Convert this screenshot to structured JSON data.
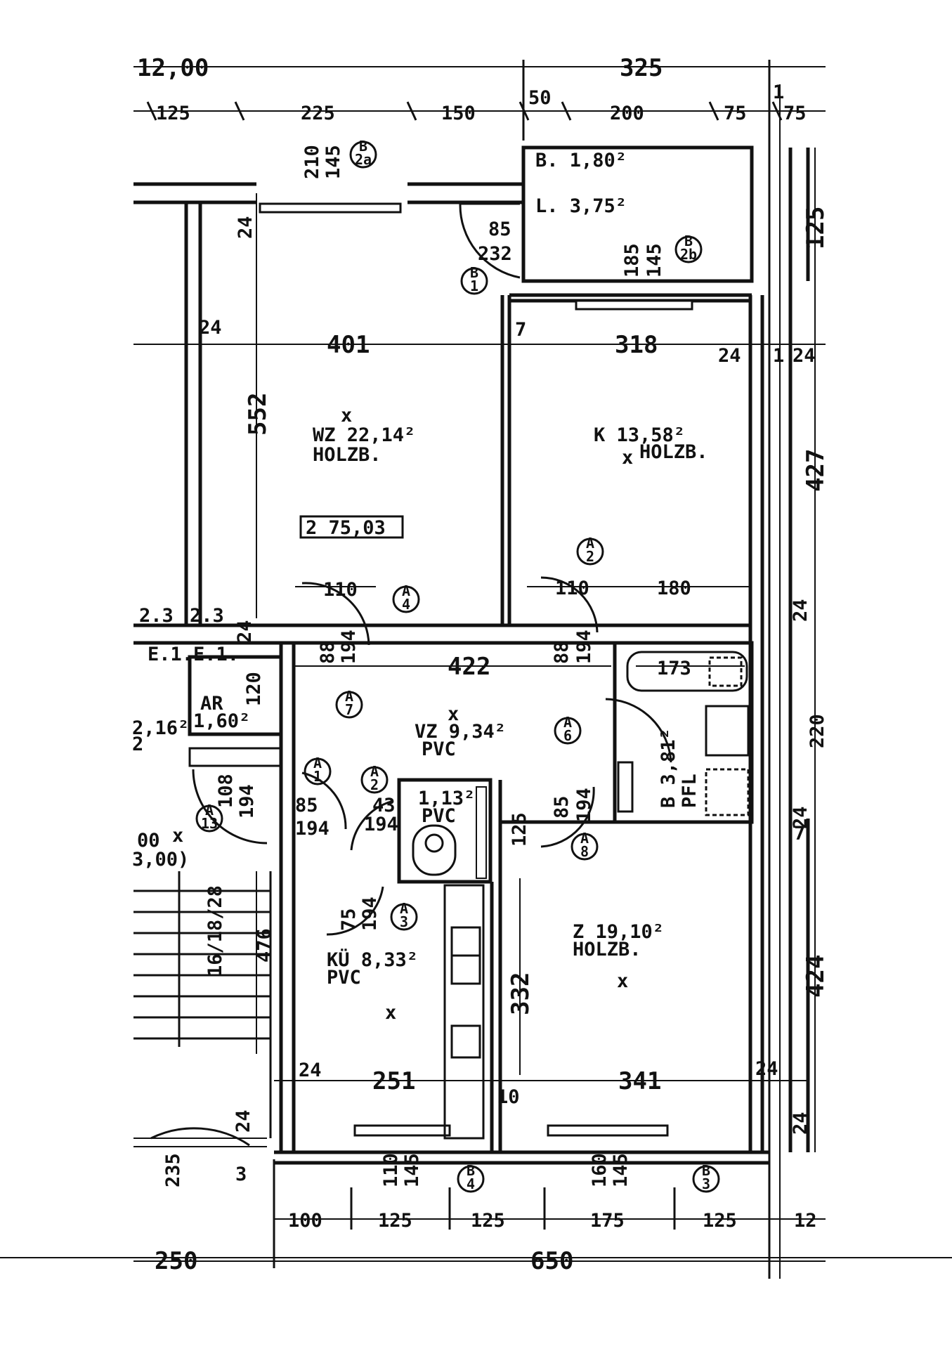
{
  "dims_top": {
    "overall_left": "12,00",
    "overall_right": "325",
    "seg_125": "125",
    "seg_225": "225",
    "seg_150": "150",
    "seg_50": "50",
    "seg_200": "200",
    "seg_75a": "75",
    "seg_75b": "75",
    "balcony_door_h1": "210",
    "balcony_door_h2": "145",
    "kitchen_win_h1": "185",
    "kitchen_win_h2": "145",
    "wall_24_top": "24",
    "door_85": "85",
    "door_232": "232",
    "marker_one": "1"
  },
  "dims_middle": {
    "wz_width": "401",
    "k_width": "318",
    "wz_height": "552",
    "right_427": "427",
    "right_125": "125",
    "right_24a": "24",
    "right_24b": "24",
    "wall_24_left": "24",
    "wall_7": "7",
    "wall_24_k": "24",
    "one_mark": "1",
    "door_110a": "110",
    "door_110b": "110",
    "k_180": "180",
    "lbl_23a": "2.3",
    "lbl_23b": "2.3",
    "door_88": "88",
    "door_194": "194",
    "door_88b": "88",
    "door_194b": "194",
    "wall_24_mid": "24",
    "wall_24_mid2": "24"
  },
  "dims_lower": {
    "vz_width": "422",
    "bath_173": "173",
    "ar_120": "120",
    "stair_476": "476",
    "stair_steps": "16/18/28",
    "wc_125": "125",
    "z_height": "332",
    "ku_width": "251",
    "z_width": "341",
    "wall_10": "10",
    "wall_24_ku": "24",
    "wall_24_bottom": "24",
    "right_424": "424",
    "right_220": "220",
    "right_7": "7",
    "right_24": "24",
    "d_85a": "85",
    "d_194a": "194",
    "d_85b": "85",
    "d_194b": "194",
    "d_75": "75",
    "d_194c": "194",
    "d_43": "43",
    "d_194d": "194",
    "d_108": "108",
    "d_194e": "194",
    "d_24": "24",
    "left_235": "235",
    "left_3": "3"
  },
  "dims_bottom": {
    "seg_100": "100",
    "seg_125a": "125",
    "seg_125b": "125",
    "seg_175": "175",
    "seg_125c": "125",
    "seg_12": "12",
    "overall_left": "250",
    "overall_main": "650",
    "win_ku_h1": "110",
    "win_ku_h2": "145",
    "win_z_h1": "160",
    "win_z_h2": "145"
  },
  "rooms": {
    "wz_name": "WZ 22,14²",
    "wz_floor": "HOLZB.",
    "k_name": "K 13,58²",
    "k_floor": "HOLZB.",
    "unit_tag": "2 75,03",
    "vz_name": "VZ 9,34²",
    "vz_floor": "PVC",
    "ar_name": "AR",
    "ar_area": "1,60²",
    "wc_area": "1,13²",
    "wc_floor": "PVC",
    "b_name": "B 3,81²",
    "b_floor": "PFL",
    "ku_name": "KÜ 8,33²",
    "ku_floor": "PVC",
    "z_name": "Z 19,10²",
    "z_floor": "HOLZB.",
    "balc_b": "B. 1,80²",
    "balc_l": "L. 3,75²",
    "left_area": "2,16²",
    "left_sub": "2",
    "left_100": "00",
    "left_300": "3,00)",
    "e1a": "E.1.",
    "e1b": "E.1."
  },
  "markers": {
    "m2a": [
      "B",
      "2a"
    ],
    "m2b": [
      "B",
      "2b"
    ],
    "m1": [
      "B",
      "1"
    ],
    "m2": [
      "A",
      "2"
    ],
    "m4": [
      "A",
      "4"
    ],
    "m7": [
      "A",
      "7"
    ],
    "m1b": [
      "A",
      "1"
    ],
    "m2c": [
      "A",
      "2"
    ],
    "m6": [
      "A",
      "6"
    ],
    "m13": [
      "A",
      "13"
    ],
    "m3": [
      "A",
      "3"
    ],
    "m8": [
      "A",
      "8"
    ],
    "mB4": [
      "B",
      "4"
    ],
    "mB3": [
      "B",
      "3"
    ]
  }
}
